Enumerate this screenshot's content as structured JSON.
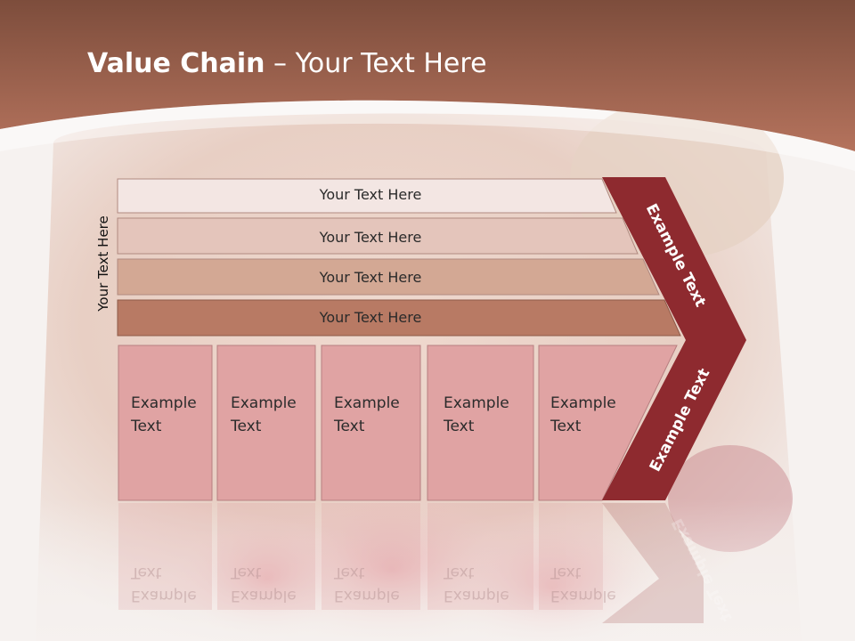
{
  "title": {
    "bold": "Value Chain",
    "rest": " – Your Text Here"
  },
  "side_label": "Your Text Here",
  "rows": [
    {
      "label": "Your Text Here",
      "fill": "#f3e6e3"
    },
    {
      "label": "Your Text Here",
      "fill": "#e4c5bb"
    },
    {
      "label": "Your Text Here",
      "fill": "#d3a894"
    },
    {
      "label": "Your Text Here",
      "fill": "#b87a64"
    }
  ],
  "cells": [
    {
      "line1": "Example",
      "line2": "Text"
    },
    {
      "line1": "Example",
      "line2": "Text"
    },
    {
      "line1": "Example",
      "line2": "Text"
    },
    {
      "line1": "Example",
      "line2": "Text"
    },
    {
      "line1": "Example",
      "line2": "Text"
    }
  ],
  "chevron": {
    "top_text": "Example Text",
    "bottom_text": "Example Text",
    "fill": "#8e2a2f"
  },
  "colors": {
    "cell_fill": "#e0a3a3",
    "header": "#a45e48"
  }
}
